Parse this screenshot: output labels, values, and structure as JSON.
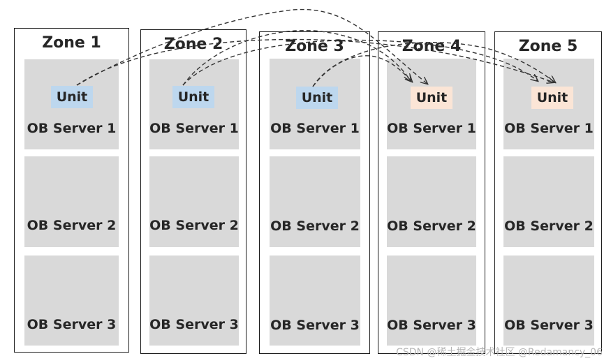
{
  "diagram": {
    "zones": [
      {
        "title": "Zone 1",
        "unit": {
          "label": "Unit",
          "color": "#bdd7ee"
        },
        "servers": [
          "OB Server 1",
          "OB Server 2",
          "OB Server 3"
        ]
      },
      {
        "title": "Zone 2",
        "unit": {
          "label": "Unit",
          "color": "#bdd7ee"
        },
        "servers": [
          "OB Server 1",
          "OB Server 2",
          "OB Server 3"
        ]
      },
      {
        "title": "Zone 3",
        "unit": {
          "label": "Unit",
          "color": "#bdd7ee"
        },
        "servers": [
          "OB Server 1",
          "OB Server 2",
          "OB Server 3"
        ]
      },
      {
        "title": "Zone 4",
        "unit": {
          "label": "Unit",
          "color": "#fbe5d6"
        },
        "servers": [
          "OB Server 1",
          "OB Server 2",
          "OB Server 3"
        ]
      },
      {
        "title": "Zone 5",
        "unit": {
          "label": "Unit",
          "color": "#fbe5d6"
        },
        "servers": [
          "OB Server 1",
          "OB Server 2",
          "OB Server 3"
        ]
      }
    ],
    "migrations": [
      {
        "from_zone": "Zone 1",
        "to_zone": "Zone 4"
      },
      {
        "from_zone": "Zone 1",
        "to_zone": "Zone 5"
      },
      {
        "from_zone": "Zone 2",
        "to_zone": "Zone 4"
      },
      {
        "from_zone": "Zone 2",
        "to_zone": "Zone 5"
      },
      {
        "from_zone": "Zone 3",
        "to_zone": "Zone 4"
      },
      {
        "from_zone": "Zone 3",
        "to_zone": "Zone 5"
      }
    ],
    "colors": {
      "source_unit": "#bdd7ee",
      "target_unit": "#fbe5d6",
      "server_fill": "#d9d9d9",
      "arrow": "#333333"
    }
  },
  "watermark": "CSDN @稀土掘金技术社区 @Redamancy_06"
}
